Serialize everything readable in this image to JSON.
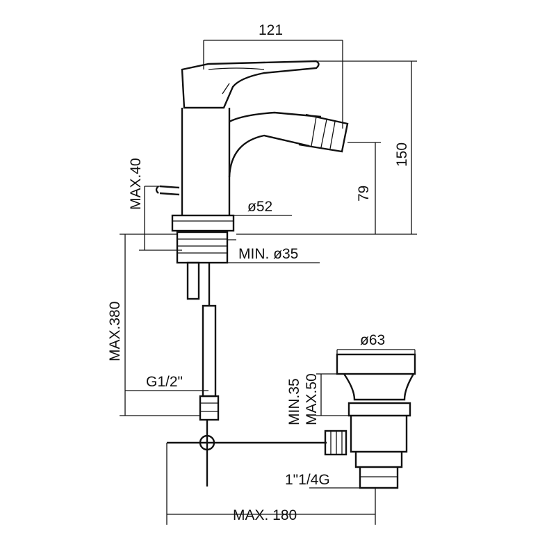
{
  "drawing": {
    "title": "Bidet mixer with pop-up waste - dimensional drawing",
    "dimensions": {
      "width_top": "121",
      "height_total": "150",
      "spout_height": "79",
      "max_deck_thickness": "MAX.40",
      "base_diameter": "ø52",
      "hole_diameter": "MIN. ø35",
      "max_hose_length": "MAX.380",
      "connection": "G1/2\"",
      "waste_diameter": "ø63",
      "waste_min": "MIN.35",
      "waste_max": "MAX.50",
      "waste_thread": "1\"1/4G",
      "max_rod_length": "MAX. 180"
    }
  }
}
